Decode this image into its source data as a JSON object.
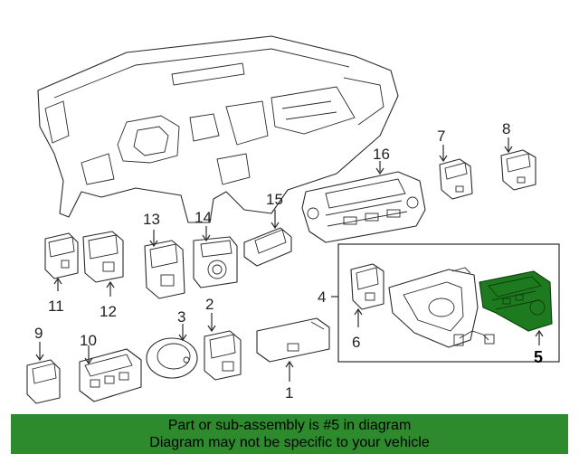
{
  "callouts": {
    "c1": "1",
    "c2": "2",
    "c3": "3",
    "c4": "4",
    "c5": "5",
    "c6": "6",
    "c7": "7",
    "c8": "8",
    "c9": "9",
    "c10": "10",
    "c11": "11",
    "c12": "12",
    "c13": "13",
    "c14": "14",
    "c15": "15",
    "c16": "16"
  },
  "highlight_color": "#1e7a1e",
  "footer": {
    "line1": "Part or sub-assembly is #5 in diagram",
    "line2": "Diagram may not be specific to your vehicle",
    "background": "#2d8a2d"
  }
}
